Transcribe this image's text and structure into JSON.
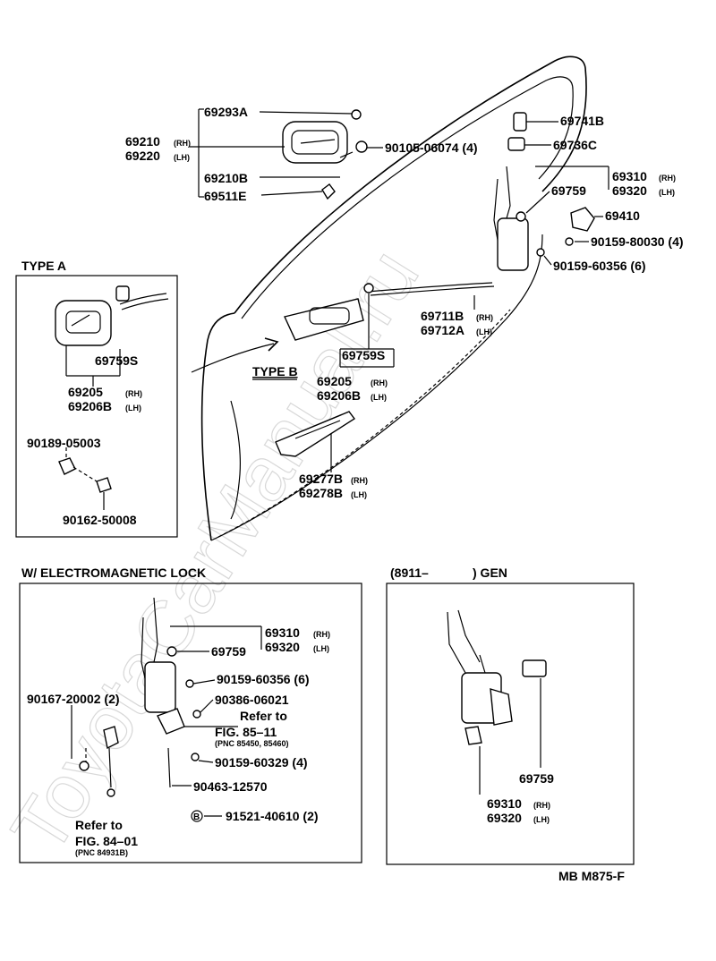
{
  "watermark": "ToyotaCarManual.ru",
  "footer_code": "MB M875-F",
  "sections": {
    "type_a": "TYPE A",
    "type_b": "TYPE B",
    "electro_lock": "W/ ELECTROMAGNETIC LOCK",
    "gen_prefix": "(8911–",
    "gen_suffix": ") GEN"
  },
  "labels": {
    "p69293A": "69293A",
    "p69210": "69210",
    "p69220": "69220",
    "rh": "(RH)",
    "lh": "(LH)",
    "p69210B": "69210B",
    "p69511E": "69511E",
    "p90105": "90105-06074 (4)",
    "p69741B": "69741B",
    "p69736C": "69736C",
    "p69310": "69310",
    "p69320": "69320",
    "p69759": "69759",
    "p69410": "69410",
    "p90159_80030": "90159-80030 (4)",
    "p90159_60356": "90159-60356 (6)",
    "p69711B": "69711B",
    "p69712A": "69712A",
    "p69759S": "69759S",
    "p69205": "69205",
    "p69206B": "69206B",
    "p90189": "90189-05003",
    "p90162": "90162-50008",
    "p69277B": "69277B",
    "p69278B": "69278B",
    "p90167": "90167-20002 (2)",
    "p90386": "90386-06021",
    "refer_to": "Refer to",
    "fig85": "FIG. 85–11",
    "pnc85": "(PNC 85450, 85460)",
    "p90159_60329": "90159-60329 (4)",
    "p90463": "90463-12570",
    "p91521": "91521-40610 (2)",
    "fig84": "FIG. 84–01",
    "pnc84": "(PNC 84931B)",
    "b_mark": "B"
  }
}
